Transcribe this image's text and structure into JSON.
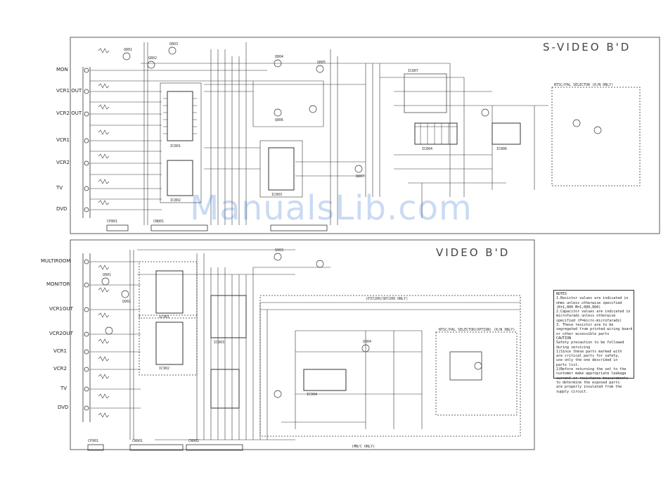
{
  "boards": {
    "svideo": {
      "title": "S-VIDEO B'D"
    },
    "video": {
      "title": "VIDEO B'D"
    }
  },
  "svideo_inputs": [
    "MON",
    "VCR1 OUT",
    "VCR2 OUT",
    "VCR1",
    "VCR2",
    "TV",
    "DVD"
  ],
  "video_inputs": [
    "MULTIROOM",
    "MONITOR",
    "VCR1OUT",
    "VCR2OUT",
    "VCR1",
    "VCR2",
    "TV",
    "DVD"
  ],
  "labels": {
    "ntsc_pal_selector_top": "NTSC/PAL SELECTOR (K/N ONLY)",
    "ntsc_pal_selector_bottom": "NTSC/PAL SELECTOR(OPTION) (K/N ONLY)",
    "model_only": "(P37200/SR7200 ONLY)",
    "m_only": "(MN/C ONLY)",
    "watermark": "ManualsLib.com"
  },
  "notes": {
    "title": "NOTES",
    "lines": [
      "1.Resistor values are indicated in",
      "  ohms unless otherwise specified",
      "  (K=1,000 M=1,000,000)",
      "2.Capacitor values are indicated in",
      "  microfarads unless otherwise",
      "  specified (P=micro-microfarads)",
      "3.  These resistor are to be",
      "  segregated from printed wiring board",
      "  or other accessible parts",
      "CAUTION",
      "Safety precaution to be followed",
      "during servicing",
      "1)Since these parts marked with",
      "  are critical parts for safety,",
      "  use only the one described in",
      "  parts list.",
      "2)Before returning the set to the",
      "  customer make appropriate leakage",
      "  current or resistance measurements",
      "  to determine the exposed parts",
      "  are properly insulated from the",
      "  supply circuit."
    ]
  },
  "parts": {
    "ics": [
      "IC801",
      "IC802",
      "IC803",
      "IC804",
      "IC806",
      "IC807",
      "IC901",
      "IC902",
      "IC903",
      "IC904"
    ],
    "connectors": [
      "CP801",
      "CN801",
      "CP901",
      "CN901",
      "CN902"
    ],
    "transistors": [
      "Q801",
      "Q802",
      "Q803",
      "Q804",
      "Q805",
      "Q806",
      "Q807",
      "Q901",
      "Q902",
      "Q903",
      "Q904"
    ]
  }
}
